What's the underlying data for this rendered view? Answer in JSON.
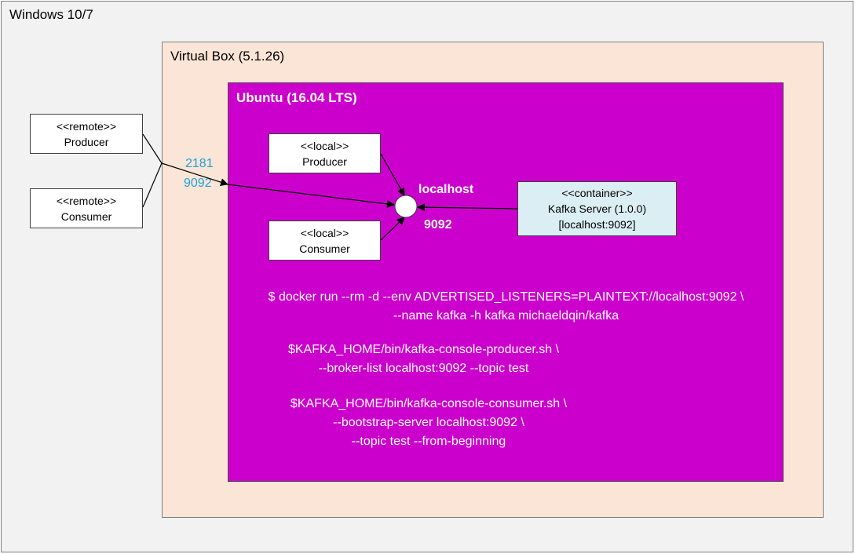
{
  "windows": {
    "title": "Windows 10/7"
  },
  "virtualbox": {
    "title": "Virtual Box (5.1.26)"
  },
  "ubuntu": {
    "title": "Ubuntu (16.04 LTS)"
  },
  "remote_producer": {
    "stereotype": "<<remote>>",
    "label": "Producer"
  },
  "remote_consumer": {
    "stereotype": "<<remote>>",
    "label": "Consumer"
  },
  "local_producer": {
    "stereotype": "<<local>>",
    "label": "Producer"
  },
  "local_consumer": {
    "stereotype": "<<local>>",
    "label": "Consumer"
  },
  "kafka_server": {
    "stereotype": "<<container>>",
    "label": "Kafka Server (1.0.0)",
    "address": "[localhost:9092]"
  },
  "ports": {
    "p1": "2181",
    "p2": "9092"
  },
  "localhost": {
    "label": "localhost",
    "port": "9092"
  },
  "commands": {
    "docker": [
      "$ docker run --rm -d  --env ADVERTISED_LISTENERS=PLAINTEXT://localhost:9092 \\",
      "--name kafka -h kafka michaeldqin/kafka"
    ],
    "producer": [
      "$KAFKA_HOME/bin/kafka-console-producer.sh \\",
      "--broker-list localhost:9092 --topic test"
    ],
    "consumer": [
      "$KAFKA_HOME/bin/kafka-console-consumer.sh \\",
      "--bootstrap-server localhost:9092 \\",
      "--topic test --from-beginning"
    ]
  },
  "colors": {
    "windows_bg": "#f2f2f2",
    "virtualbox_bg": "#fbe5d6",
    "ubuntu_bg": "#cc00cc",
    "kafka_bg": "#dbeef4",
    "port_text": "#1ea1dc"
  }
}
